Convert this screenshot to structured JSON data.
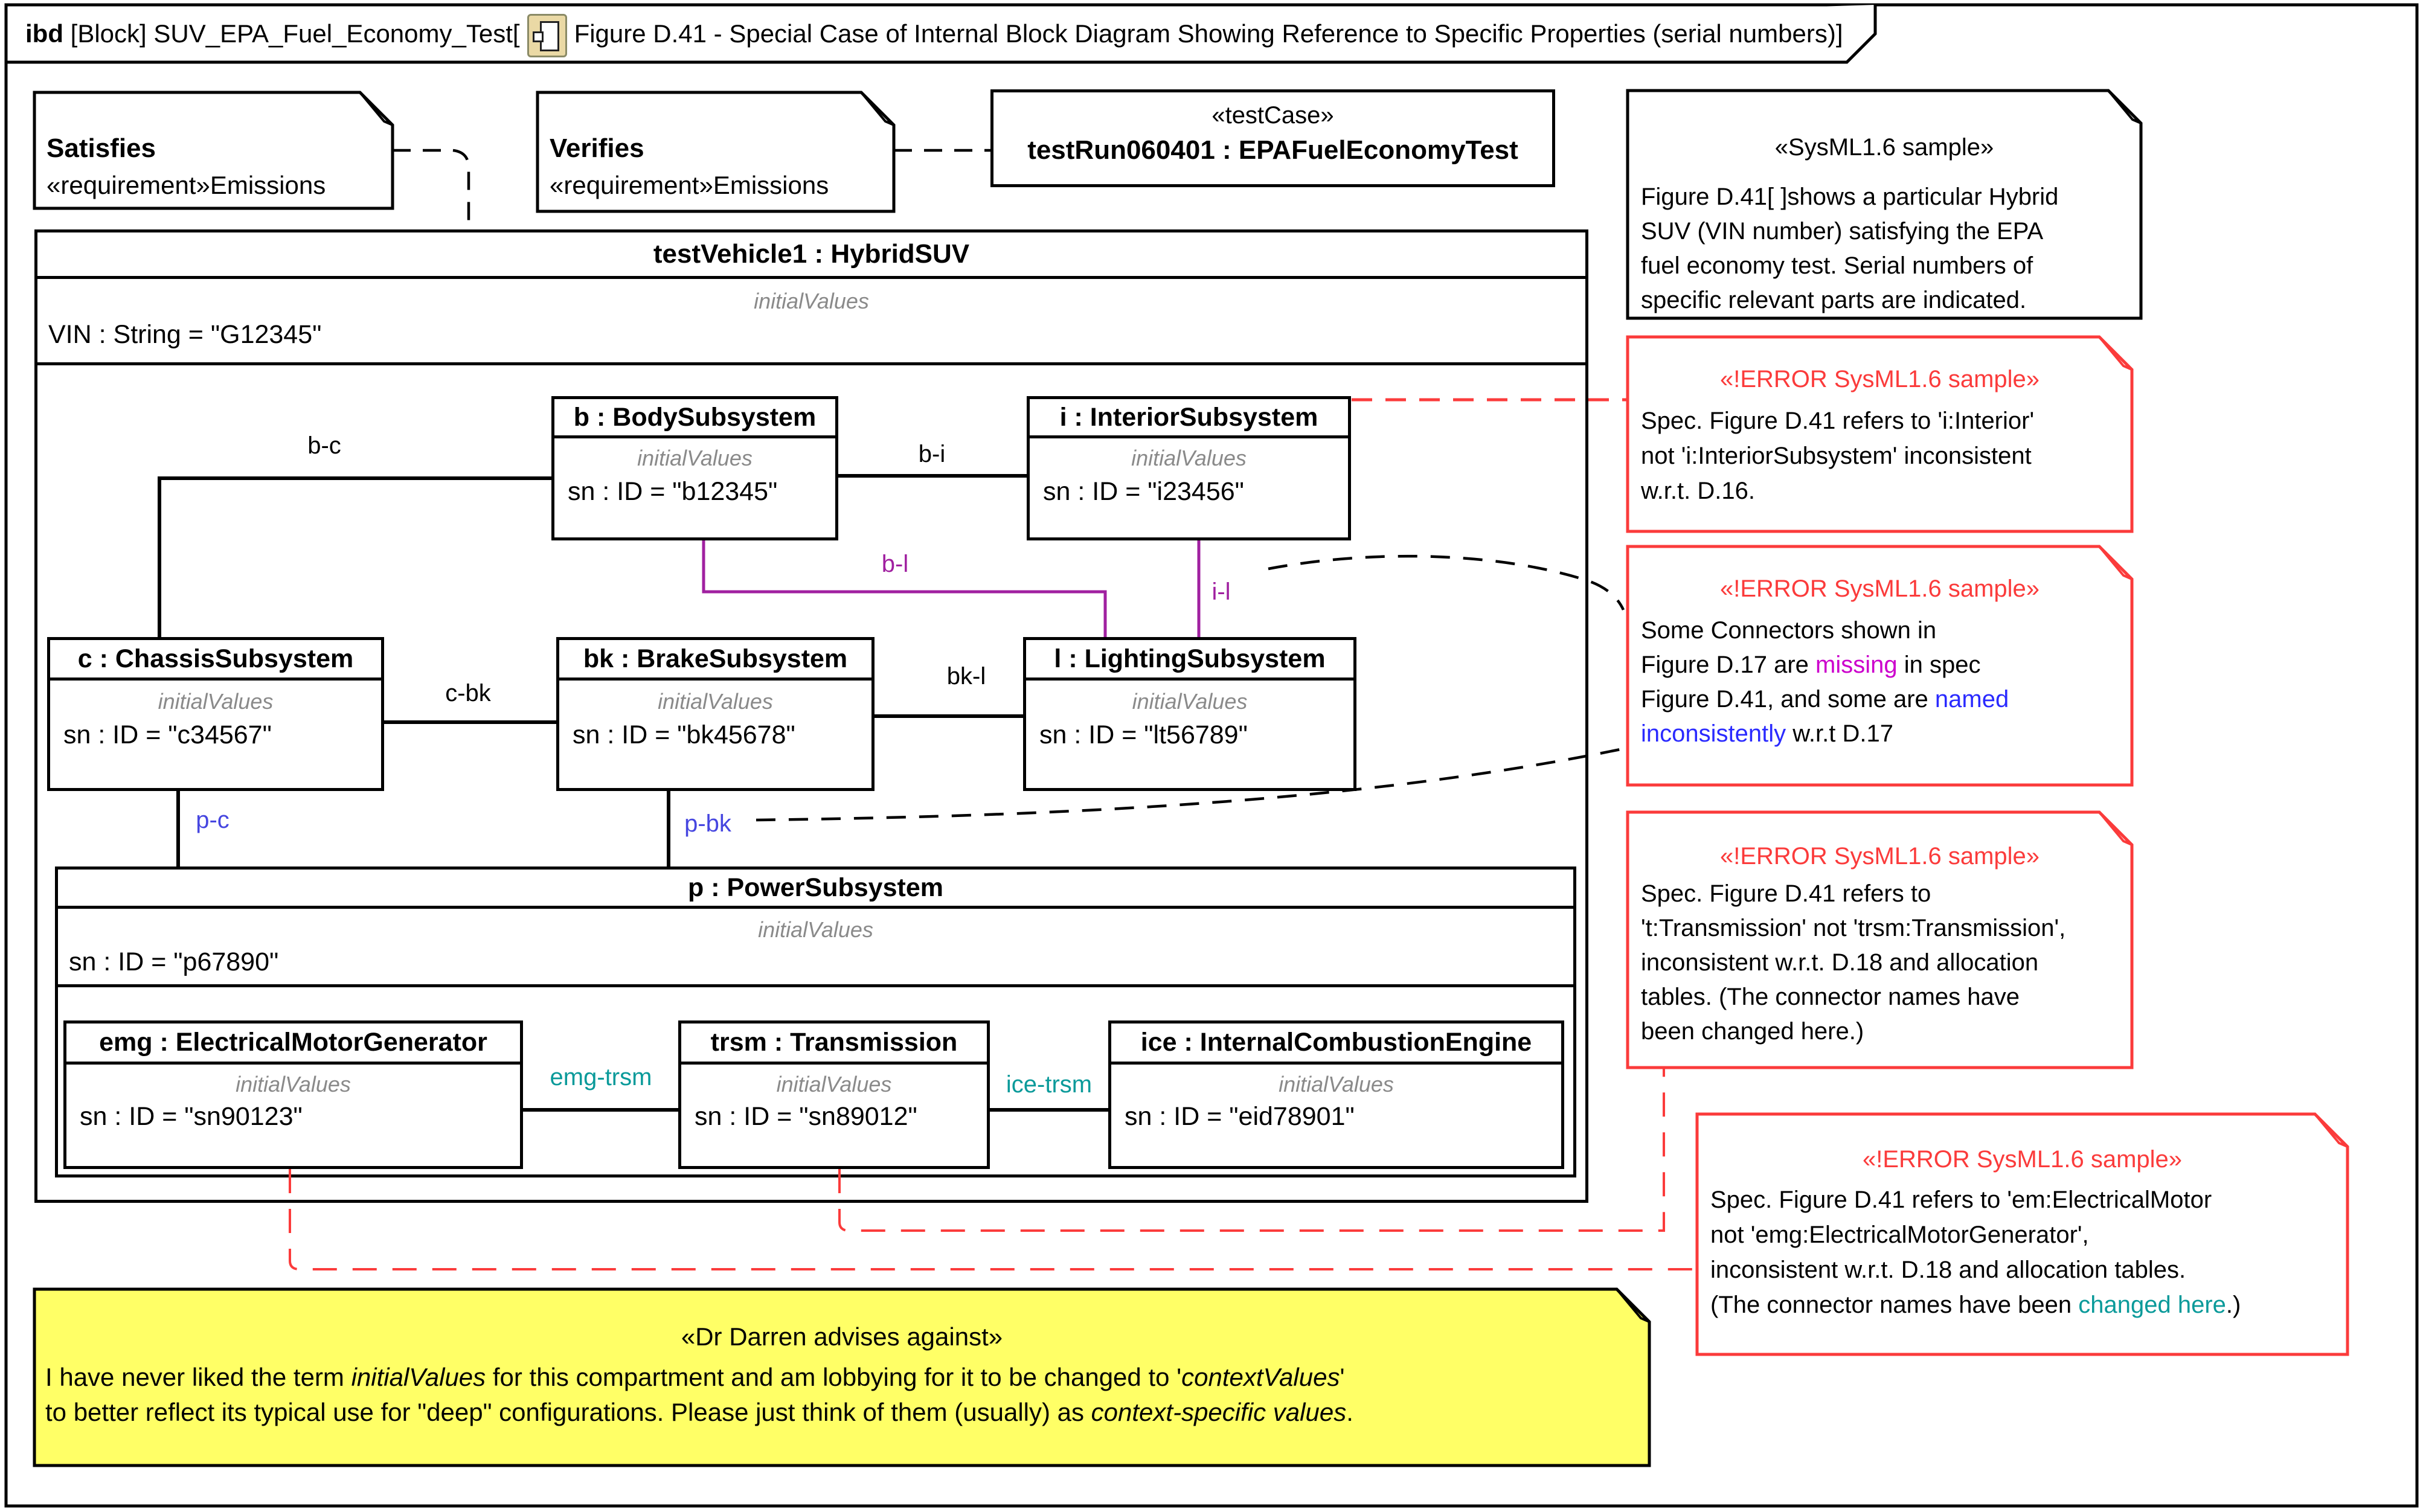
{
  "frame": {
    "title_prefix": "ibd",
    "title_mid": " [Block] SUV_EPA_Fuel_Economy_Test[",
    "title_suffix": "Figure D.41 - Special Case of Internal Block Diagram Showing Reference to Specific Properties (serial numbers)]"
  },
  "iv_label": "initialValues",
  "testcase": {
    "stereotype": "«testCase»",
    "name": "testRun060401 : EPAFuelEconomyTest"
  },
  "blocks": {
    "tv": {
      "header": "testVehicle1 : HybridSUV",
      "value": "VIN : String = \"G12345\""
    },
    "b": {
      "header": "b : BodySubsystem",
      "value": "sn : ID = \"b12345\""
    },
    "i": {
      "header": "i : InteriorSubsystem",
      "value": "sn : ID = \"i23456\""
    },
    "c": {
      "header": "c : ChassisSubsystem",
      "value": "sn : ID = \"c34567\""
    },
    "bk": {
      "header": "bk : BrakeSubsystem",
      "value": "sn : ID = \"bk45678\""
    },
    "l": {
      "header": "l : LightingSubsystem",
      "value": "sn : ID = \"lt56789\""
    },
    "p": {
      "header": "p : PowerSubsystem",
      "value": "sn : ID = \"p67890\""
    },
    "emg": {
      "header": "emg : ElectricalMotorGenerator",
      "value": "sn : ID = \"sn90123\""
    },
    "trsm": {
      "header": "trsm : Transmission",
      "value": "sn : ID = \"sn89012\""
    },
    "ice": {
      "header": "ice : InternalCombustionEngine",
      "value": "sn : ID = \"eid78901\""
    }
  },
  "connectors": {
    "b_c": "b-c",
    "b_i": "b-i",
    "b_l": "b-l",
    "i_l": "i-l",
    "c_bk": "c-bk",
    "bk_l": "bk-l",
    "p_c": "p-c",
    "p_bk": "p-bk",
    "emg_trsm": "emg-trsm",
    "ice_trsm": "ice-trsm"
  },
  "notes": {
    "satisfies": {
      "title": "Satisfies",
      "body": "«requirement»Emissions"
    },
    "verifies": {
      "title": "Verifies",
      "body": "«requirement»Emissions"
    },
    "sample": {
      "stereotype": "«SysML1.6 sample»",
      "line1": "Figure D.41[ ]shows a particular Hybrid",
      "line2": "SUV (VIN number) satisfying the EPA",
      "line3": "fuel economy test. Serial numbers of",
      "line4": "specific relevant parts are indicated."
    },
    "error1": {
      "stereotype": "«!ERROR SysML1.6 sample»",
      "line1": "Spec. Figure D.41 refers to 'i:Interior'",
      "line2": "not 'i:InteriorSubsystem' inconsistent",
      "line3": "w.r.t. D.16."
    },
    "error2": {
      "stereotype": "«!ERROR SysML1.6 sample»",
      "line1": "Some Connectors shown in",
      "line2_pre": "Figure D.17 are ",
      "line2_hl": "missing",
      "line2_post": " in spec",
      "line3_pre": "Figure D.41, and some are ",
      "line3_hl": "named",
      "line4_hl": "inconsistently",
      "line4_post": " w.r.t D.17"
    },
    "error3": {
      "stereotype": "«!ERROR SysML1.6 sample»",
      "line1": "Spec. Figure D.41 refers to",
      "line2": "'t:Transmission' not 'trsm:Transmission',",
      "line3": "inconsistent w.r.t. D.18 and allocation",
      "line4": "tables. (The connector names have",
      "line5": "been changed here.)"
    },
    "error4": {
      "stereotype": "«!ERROR SysML1.6 sample»",
      "line1": "Spec. Figure D.41 refers to 'em:ElectricalMotor",
      "line2": "not 'emg:ElectricalMotorGenerator',",
      "line3": "inconsistent w.r.t. D.18 and allocation tables.",
      "line4_pre": "(The connector names have been ",
      "line4_hl": "changed here",
      "line4_post": ".)"
    },
    "advice": {
      "stereotype": "«Dr Darren advises against»",
      "l1a": "I have never liked the term ",
      "l1b": "initialValues",
      "l1c": " for this compartment and am lobbying for it to be changed to '",
      "l1d": "contextValues",
      "l1e": "'",
      "l2a": "to better reflect its typical use for \"deep\" configurations. Please just think of them (usually) as ",
      "l2b": "context-specific values",
      "l2c": "."
    }
  },
  "colors": {
    "error_red": "#fb3b3b",
    "highlight_magenta": "#cc00cc",
    "highlight_blue": "#2a2aff",
    "highlight_teal": "#0a9a9a",
    "connector_purple": "#a020a0",
    "label_blue": "#4646e0",
    "note_yellow": "#ffff66",
    "iv_gray": "#8a8a8a"
  }
}
